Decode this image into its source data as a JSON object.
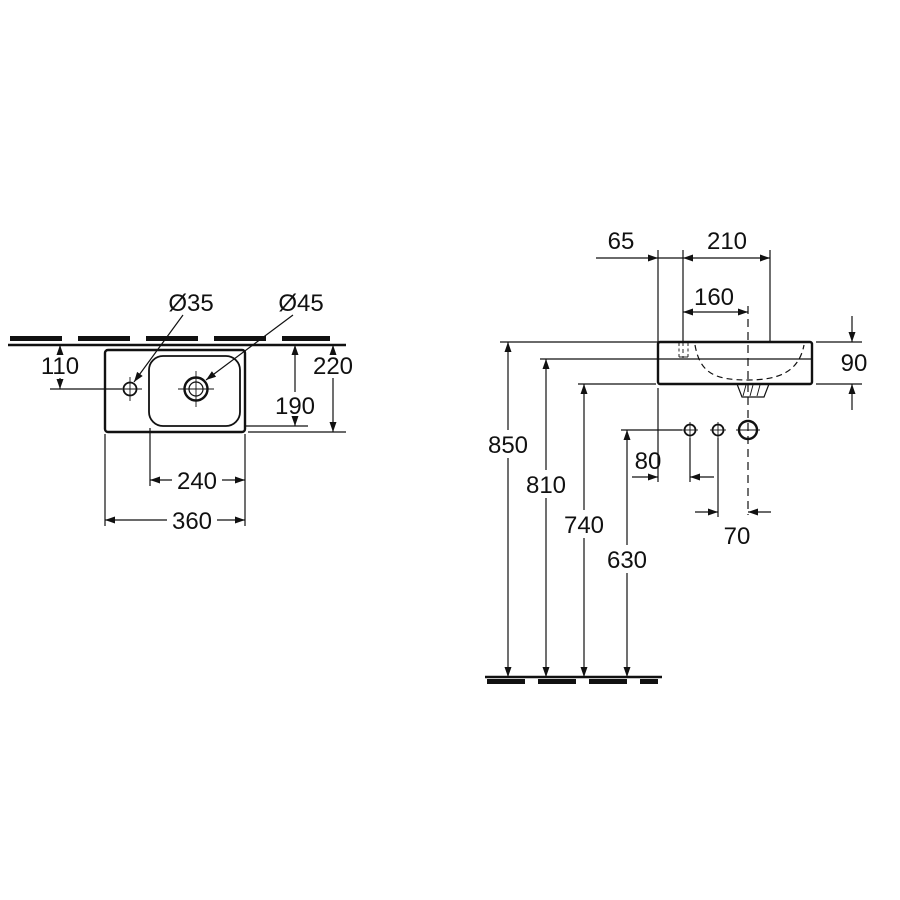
{
  "page": {
    "background": "#ffffff",
    "line_color": "#111111"
  },
  "plan_view": {
    "labels": {
      "tap_hole_diameter": "Ø35",
      "drain_hole_diameter": "Ø45"
    },
    "dimensions": {
      "wall_to_tap_center": "110",
      "total_depth": "220",
      "wall_to_bowl_front": "190",
      "bowl_width": "240",
      "total_width": "360"
    }
  },
  "elevation_view": {
    "dimensions": {
      "left_edge_to_tap_center": "65",
      "tap_center_to_right": "210",
      "tap_center_to_drain_center": "160",
      "rim_height": "90",
      "floor_to_rim": "850",
      "floor_to_rim_underside": "810",
      "floor_to_basin_bottom": "740",
      "floor_to_connections": "630",
      "edge_to_supply": "80",
      "supply_to_drain": "70"
    }
  }
}
